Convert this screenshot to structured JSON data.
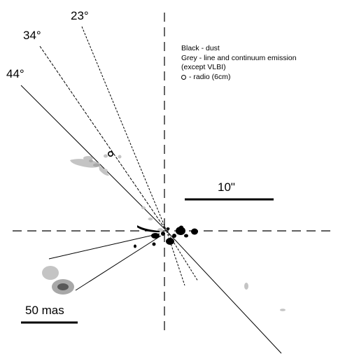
{
  "angles": [
    "23°",
    "34°",
    "44°"
  ],
  "legend": {
    "line1": "Black - dust",
    "line2": "Grey - line and continuum emission",
    "line3": "(except VLBI)",
    "line4": "- radio (6cm)"
  },
  "scale_bars": {
    "large": "10\"",
    "small": "50 mas"
  },
  "colors": {
    "dust": "#000000",
    "emission_light": "#c4c4c4",
    "emission_mid": "#a8a8a8",
    "emission_dark": "#585858"
  }
}
